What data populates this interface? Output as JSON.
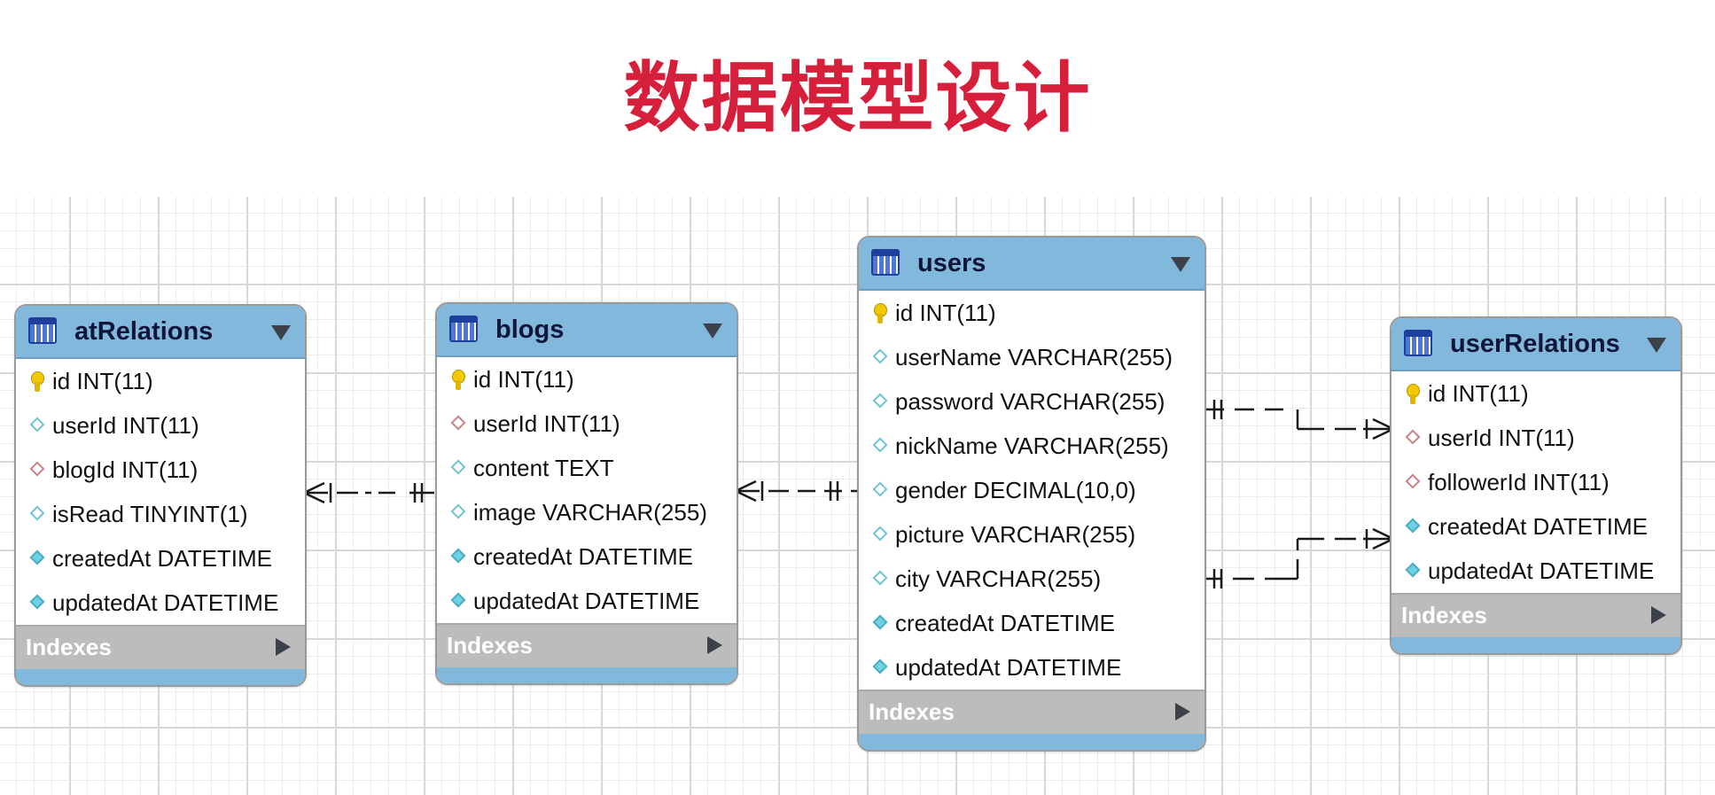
{
  "title": "数据模型设计",
  "colors": {
    "title": "#d51f3b",
    "table_header": "#82b8dc",
    "indexes_bar": "#bcbcbc"
  },
  "tables": {
    "atRelations": {
      "name": "atRelations",
      "columns": [
        {
          "text": "id INT(11)",
          "icon": "primary-key-icon"
        },
        {
          "text": "userId INT(11)",
          "icon": "column-icon"
        },
        {
          "text": "blogId INT(11)",
          "icon": "foreign-key-icon"
        },
        {
          "text": "isRead TINYINT(1)",
          "icon": "column-icon"
        },
        {
          "text": "createdAt DATETIME",
          "icon": "not-null-column-icon"
        },
        {
          "text": "updatedAt DATETIME",
          "icon": "not-null-column-icon"
        }
      ],
      "indexes_label": "Indexes"
    },
    "blogs": {
      "name": "blogs",
      "columns": [
        {
          "text": "id INT(11)",
          "icon": "primary-key-icon"
        },
        {
          "text": "userId INT(11)",
          "icon": "foreign-key-icon"
        },
        {
          "text": "content TEXT",
          "icon": "column-icon"
        },
        {
          "text": "image VARCHAR(255)",
          "icon": "column-icon"
        },
        {
          "text": "createdAt DATETIME",
          "icon": "not-null-column-icon"
        },
        {
          "text": "updatedAt DATETIME",
          "icon": "not-null-column-icon"
        }
      ],
      "indexes_label": "Indexes"
    },
    "users": {
      "name": "users",
      "columns": [
        {
          "text": "id INT(11)",
          "icon": "primary-key-icon"
        },
        {
          "text": "userName VARCHAR(255)",
          "icon": "column-icon"
        },
        {
          "text": "password VARCHAR(255)",
          "icon": "column-icon"
        },
        {
          "text": "nickName VARCHAR(255)",
          "icon": "column-icon"
        },
        {
          "text": "gender DECIMAL(10,0)",
          "icon": "column-icon"
        },
        {
          "text": "picture VARCHAR(255)",
          "icon": "column-icon"
        },
        {
          "text": "city VARCHAR(255)",
          "icon": "column-icon"
        },
        {
          "text": "createdAt DATETIME",
          "icon": "not-null-column-icon"
        },
        {
          "text": "updatedAt DATETIME",
          "icon": "not-null-column-icon"
        }
      ],
      "indexes_label": "Indexes"
    },
    "userRelations": {
      "name": "userRelations",
      "columns": [
        {
          "text": "id INT(11)",
          "icon": "primary-key-icon"
        },
        {
          "text": "userId INT(11)",
          "icon": "foreign-key-icon"
        },
        {
          "text": "followerId INT(11)",
          "icon": "foreign-key-icon"
        },
        {
          "text": "createdAt DATETIME",
          "icon": "not-null-column-icon"
        },
        {
          "text": "updatedAt DATETIME",
          "icon": "not-null-column-icon"
        }
      ],
      "indexes_label": "Indexes"
    }
  },
  "relationships": [
    {
      "from": "atRelations",
      "to": "blogs",
      "type": "many-to-one"
    },
    {
      "from": "blogs",
      "to": "users",
      "type": "many-to-one"
    },
    {
      "from": "userRelations",
      "to": "users",
      "type": "many-to-one"
    },
    {
      "from": "userRelations",
      "to": "users",
      "type": "many-to-one"
    }
  ]
}
